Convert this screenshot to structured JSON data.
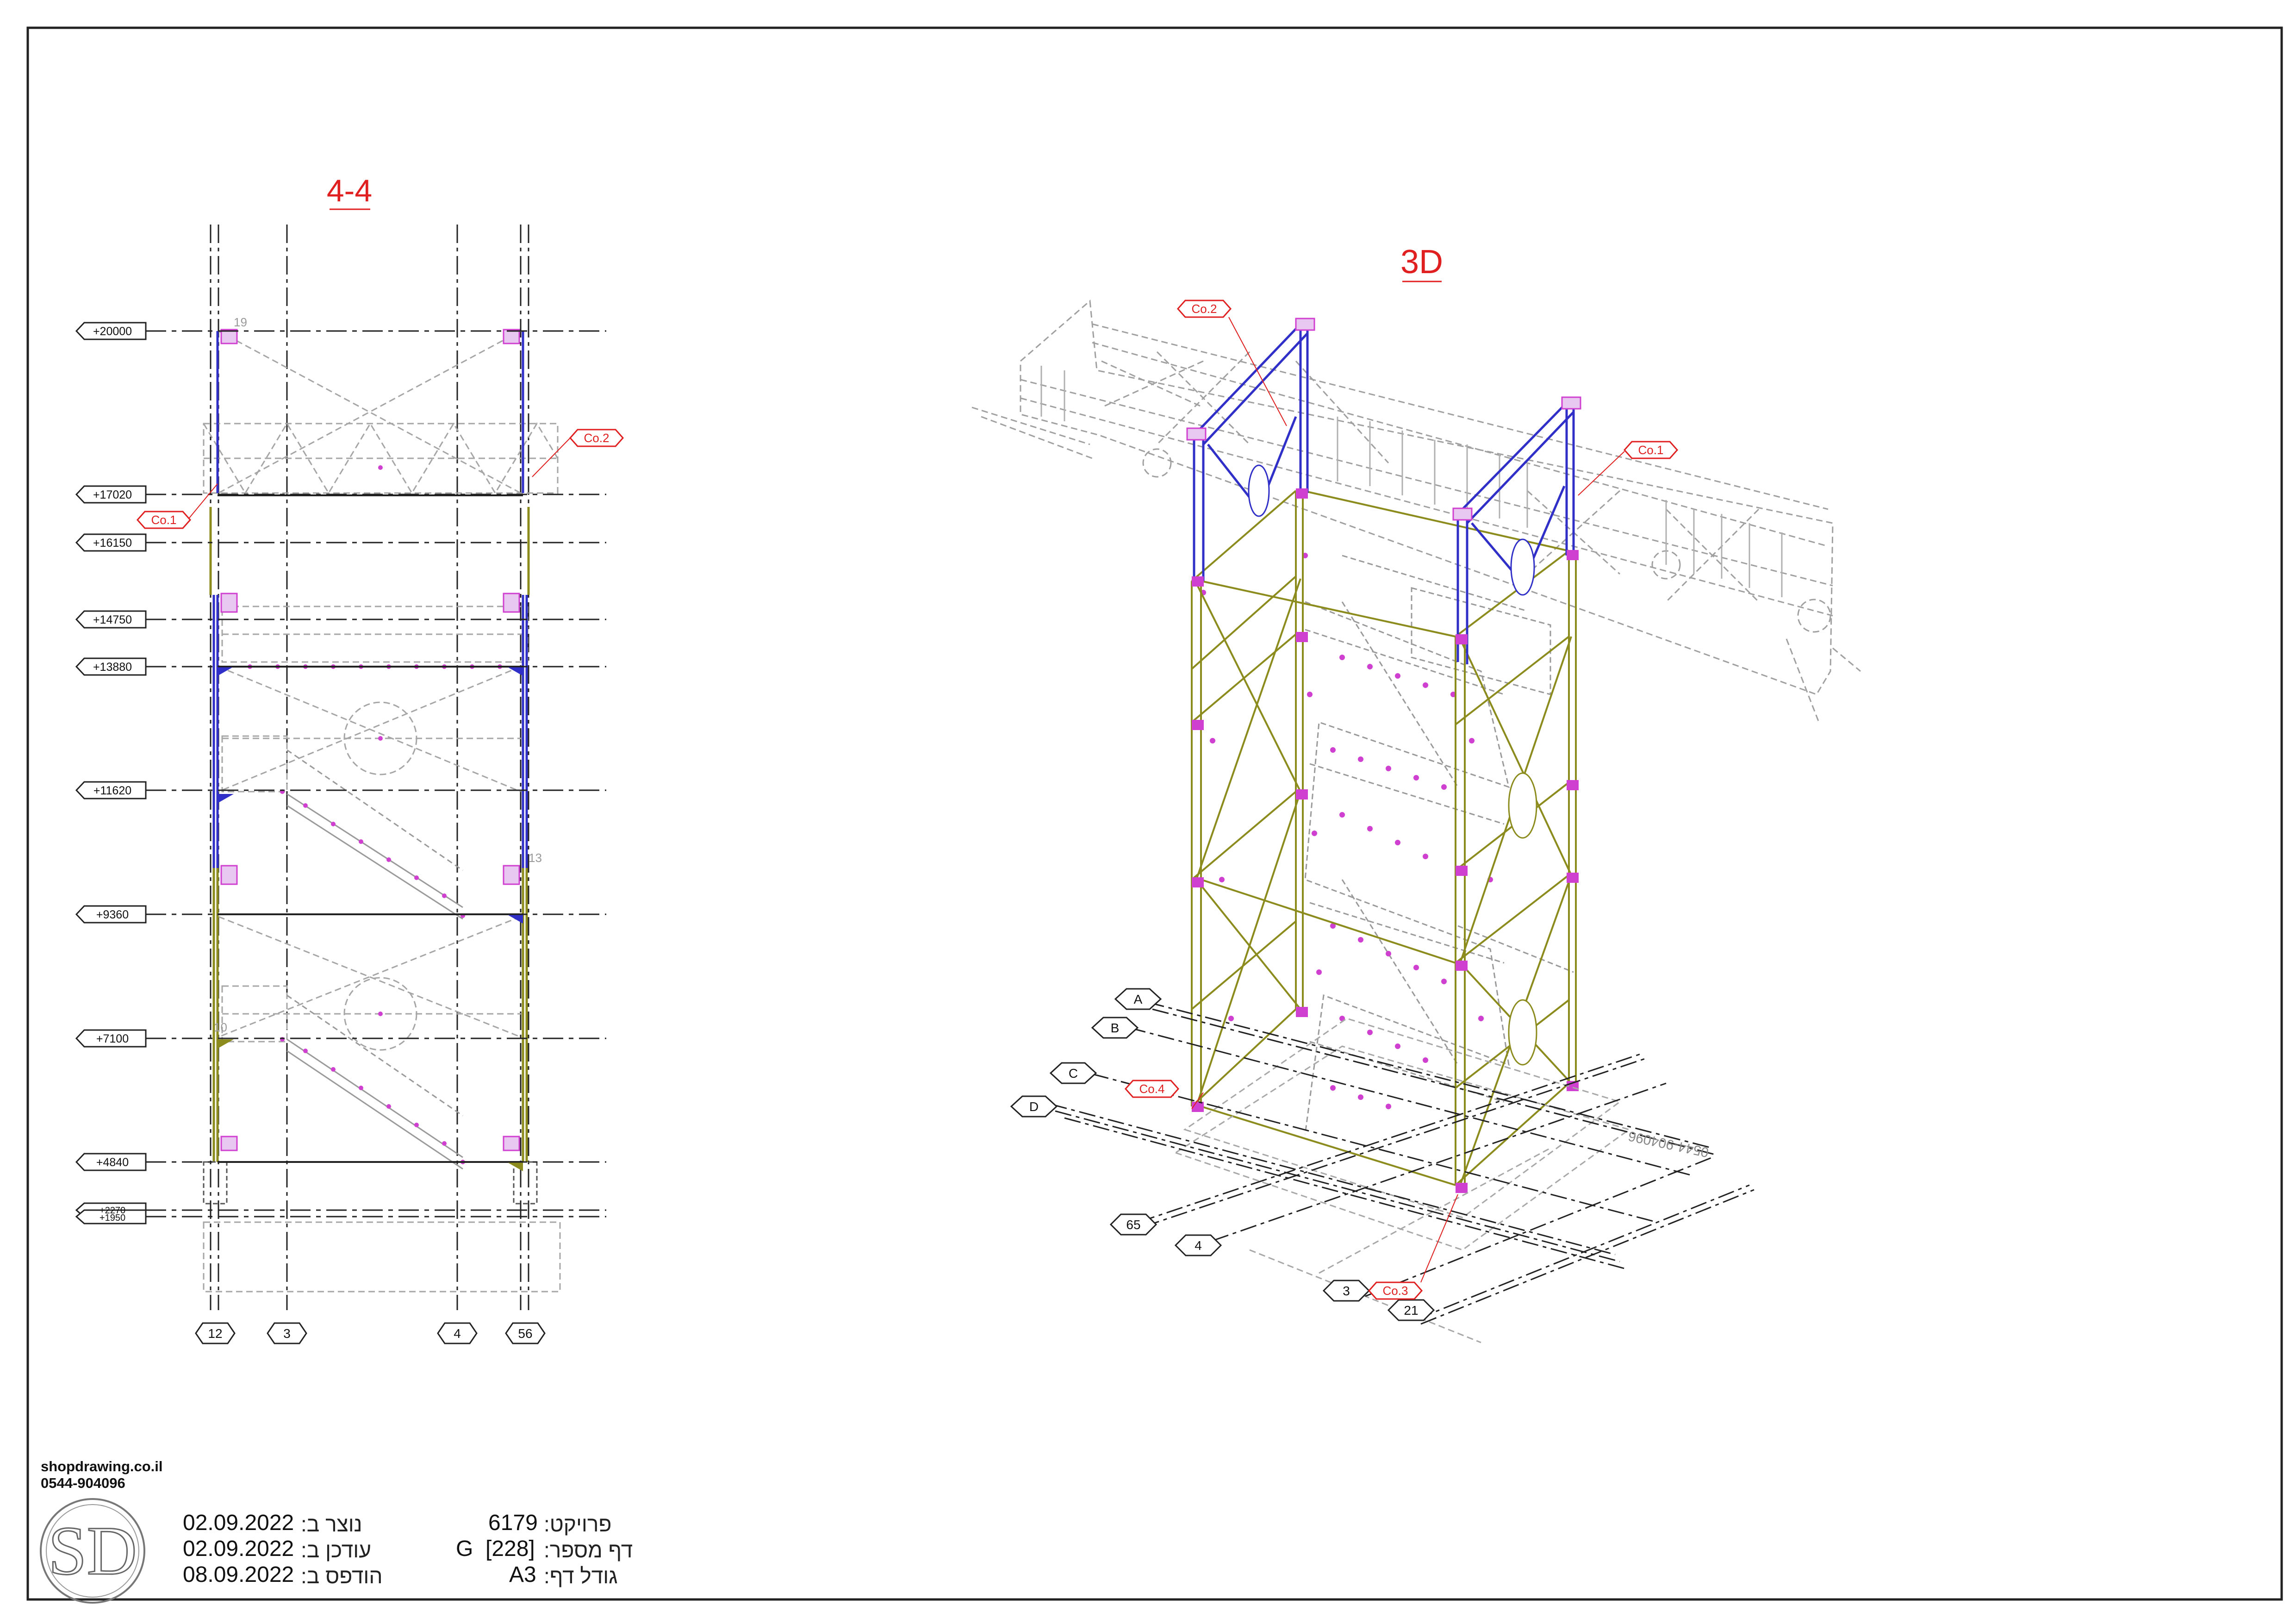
{
  "views": {
    "section": {
      "title": "4-4"
    },
    "iso": {
      "title": "3D"
    }
  },
  "levels": [
    "+20000",
    "+17020",
    "+16150",
    "+14750",
    "+13880",
    "+11620",
    "+9360",
    "+7100",
    "+4840",
    "+2270",
    "+1950"
  ],
  "section_axes": [
    "12",
    "3",
    "4",
    "56"
  ],
  "section_small_numbers": [
    "19",
    "13",
    "10"
  ],
  "connection_labels": {
    "co1": "Co.1",
    "co2": "Co.2",
    "co3": "Co.3",
    "co4": "Co.4"
  },
  "iso_axes": {
    "letters": [
      "A",
      "B",
      "C",
      "D"
    ],
    "numbers": [
      "65",
      "4",
      "3",
      "21"
    ]
  },
  "iso_side_text": "0544-904096",
  "company": {
    "site": "shopdrawing.co.il",
    "phone": "0544-904096",
    "logo_letters": "SD"
  },
  "title_block": {
    "created_label": "נוצר ב:",
    "created_value": "02.09.2022",
    "updated_label": "עודכן ב:",
    "updated_value": "02.09.2022",
    "printed_label": "הודפס ב:",
    "printed_value": "08.09.2022",
    "project_label": "פרויקט:",
    "project_value": "6179",
    "sheet_label": "דף מספר:",
    "sheet_value": "G  [228]",
    "size_label": "גודל דף:",
    "size_value": "A3"
  },
  "colors": {
    "annotation_red": "#e02020",
    "steel_blue": "#3030c8",
    "steel_yellow": "#8c8c1e",
    "connection_magenta": "#d040d0",
    "line_black": "#222222",
    "ghost_gray": "#a0a0a0"
  }
}
